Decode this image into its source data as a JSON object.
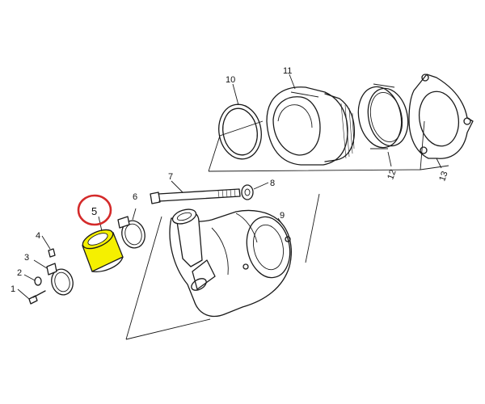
{
  "diagram": {
    "callouts": {
      "c1": "1",
      "c2": "2",
      "c3": "3",
      "c4": "4",
      "c5": "5",
      "c6": "6",
      "c7": "7",
      "c8": "8",
      "c9": "9",
      "c10": "10",
      "c11": "11",
      "c12": "12",
      "c13": "13"
    },
    "colors": {
      "highlight_fill": "#f5f000",
      "highlight_ring": "#d42a2a",
      "ink": "#1a1a1a"
    }
  }
}
